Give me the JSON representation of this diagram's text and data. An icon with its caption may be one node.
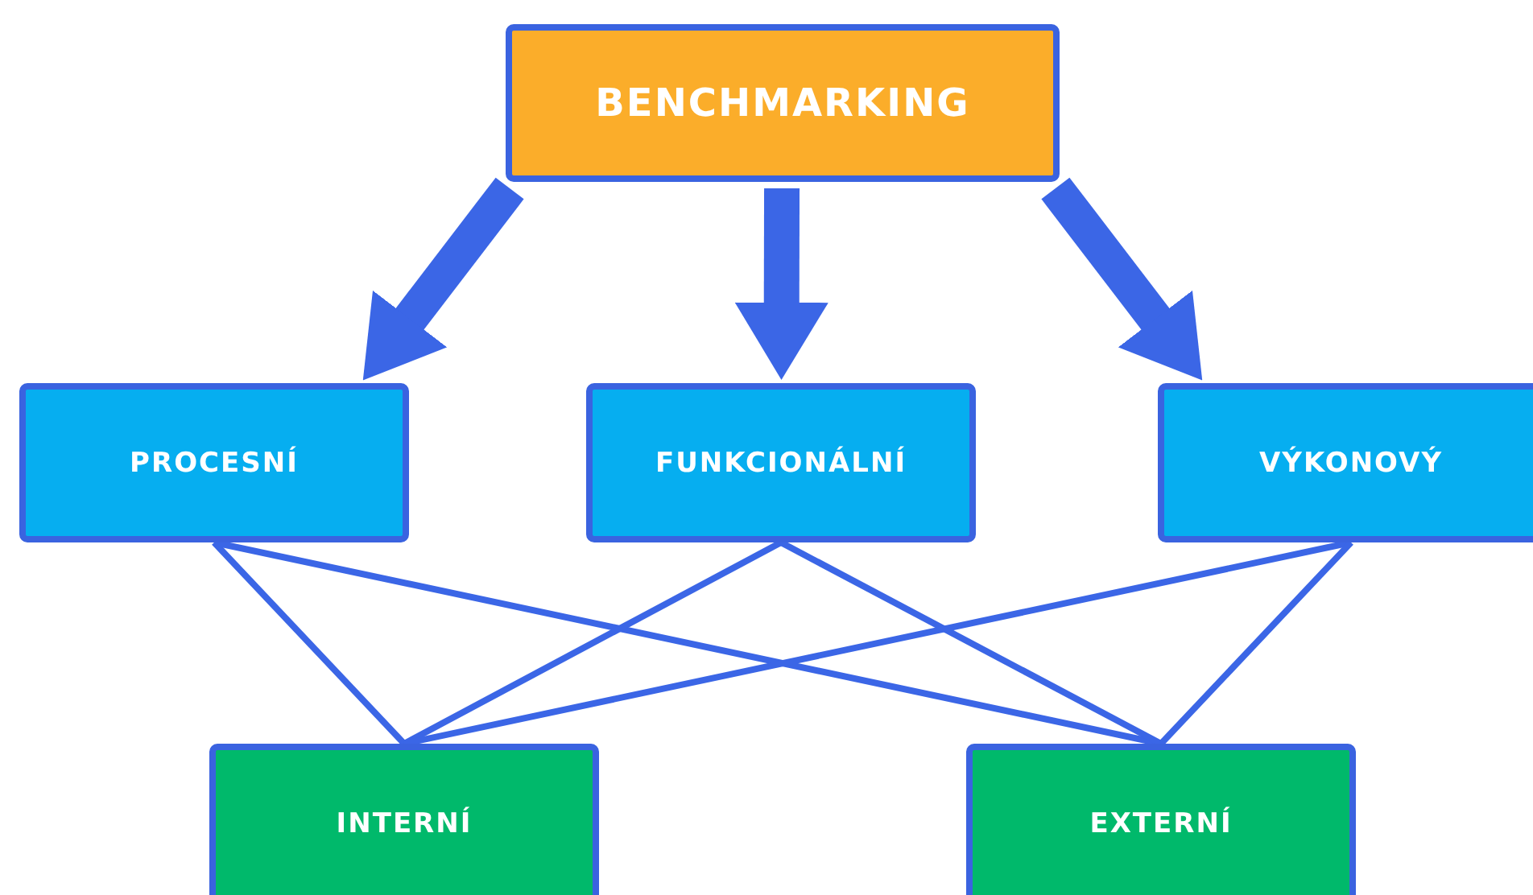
{
  "diagram": {
    "nodes": [
      {
        "text": [
          "BENCHMARKING"
        ]
      },
      {
        "text": [
          "PROCESNÍ"
        ]
      },
      {
        "text": [
          "FUNKCIONÁLNÍ"
        ]
      },
      {
        "text": [
          "VÝKONOVÝ"
        ]
      },
      {
        "text": [
          "INTERNÍ"
        ]
      },
      {
        "text": [
          "EXTERNÍ"
        ]
      }
    ],
    "edges": [
      {
        "from": 0,
        "to": 1,
        "arrow": "to",
        "style": "thick"
      },
      {
        "from": 0,
        "to": 2,
        "arrow": "to",
        "style": "thick"
      },
      {
        "from": 0,
        "to": 3,
        "arrow": "to",
        "style": "thick"
      },
      {
        "from": 1,
        "to": 4,
        "arrow": "none"
      },
      {
        "from": 1,
        "to": 5,
        "arrow": "none"
      },
      {
        "from": 2,
        "to": 4,
        "arrow": "none"
      },
      {
        "from": 2,
        "to": 5,
        "arrow": "none"
      },
      {
        "from": 3,
        "to": 4,
        "arrow": "none"
      },
      {
        "from": 3,
        "to": 5,
        "arrow": "none"
      }
    ]
  }
}
